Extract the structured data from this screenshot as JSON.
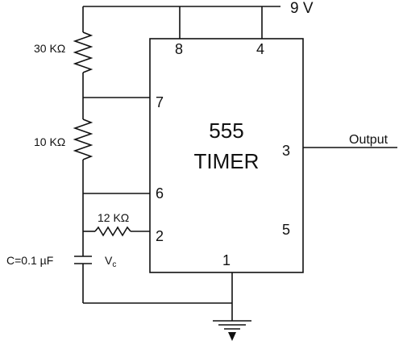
{
  "supply": {
    "label": "9 V"
  },
  "timer": {
    "line1": "555",
    "line2": "TIMER"
  },
  "pins": {
    "p8": "8",
    "p4": "4",
    "p7": "7",
    "p6": "6",
    "p2": "2",
    "p3": "3",
    "p5": "5",
    "p1": "1"
  },
  "resistors": {
    "r1": "30 KΩ",
    "r2": "10 KΩ",
    "r3": "12 KΩ"
  },
  "capacitor": {
    "value": "C=0.1 µF",
    "voltage_main": "V",
    "voltage_sub": "c"
  },
  "output": {
    "label": "Output"
  }
}
